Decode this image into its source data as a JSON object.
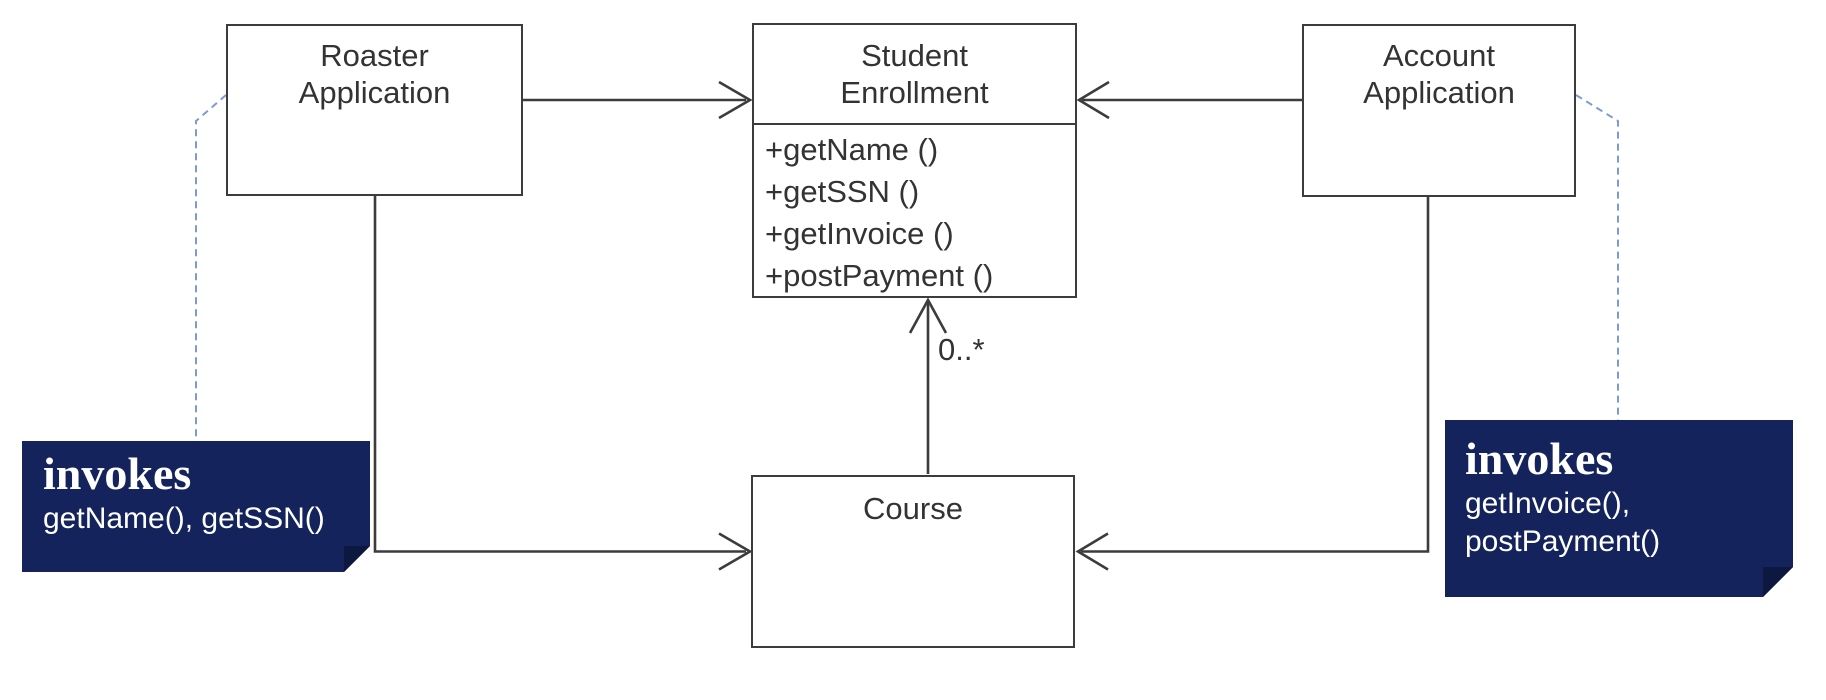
{
  "nodes": {
    "roaster_application": {
      "title_lines": [
        "Roaster",
        "Application"
      ]
    },
    "student_enrollment": {
      "title_lines": [
        "Student",
        "Enrollment"
      ],
      "methods": [
        "+getName ()",
        "+getSSN ()",
        "+getInvoice ()",
        "+postPayment ()"
      ]
    },
    "account_application": {
      "title_lines": [
        "Account",
        "Application"
      ]
    },
    "course": {
      "title": "Course"
    }
  },
  "edges": {
    "course_to_student_enrollment": {
      "multiplicity": "0..*"
    }
  },
  "callouts": {
    "left": {
      "title": "invokes",
      "lines": [
        "getName(), getSSN()"
      ]
    },
    "right": {
      "title": "invokes",
      "lines": [
        "getInvoice(),",
        "postPayment()"
      ]
    }
  },
  "colors": {
    "callout_bg": "#14235C",
    "callout_fold": "#0D1840",
    "callout_text": "#FFFFFF",
    "connector_line": "#3C3C3C",
    "dashed_connector": "#7D9BD2",
    "node_border": "#3C3C3C",
    "node_text": "#333333",
    "background": "#FFFFFF"
  }
}
